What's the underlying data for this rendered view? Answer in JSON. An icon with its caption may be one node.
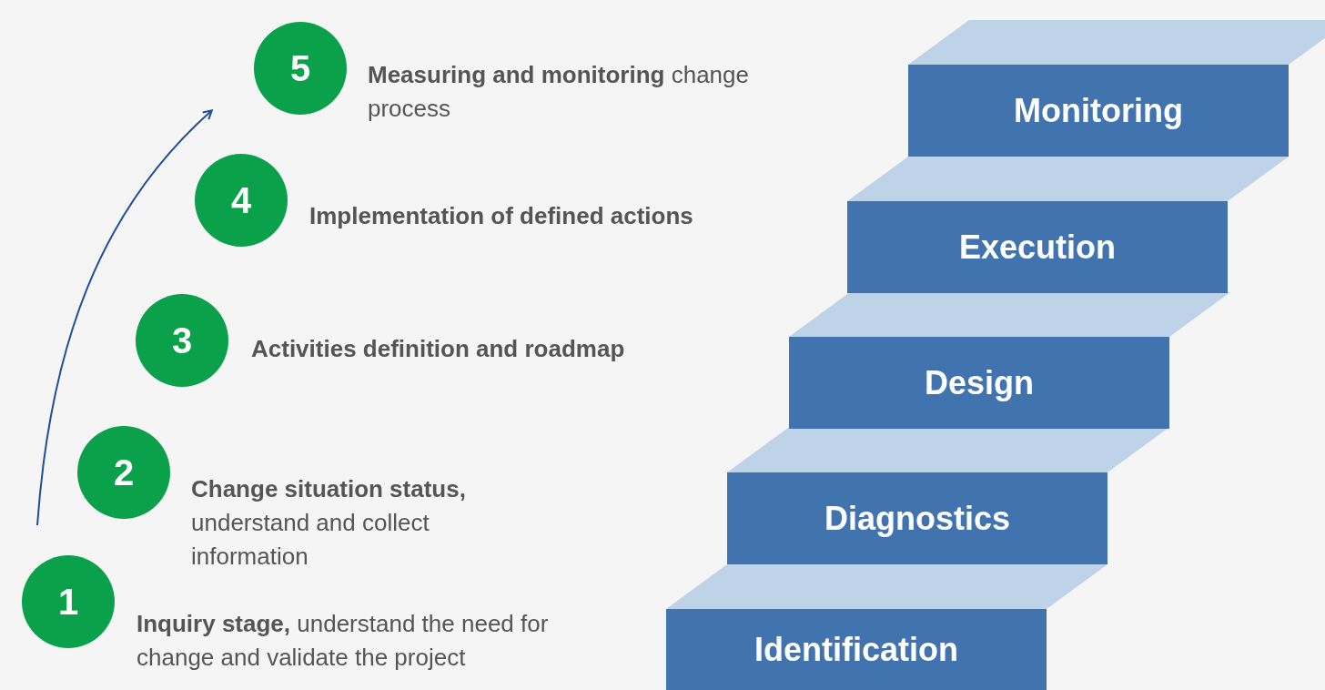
{
  "diagram": {
    "nodes": [
      {
        "text": [
          "5"
        ],
        "beside": [
          "**Measuring and monitoring** change process"
        ]
      },
      {
        "text": [
          "4"
        ],
        "beside": [
          "**Implementation of defined actions**"
        ]
      },
      {
        "text": [
          "3"
        ],
        "beside": [
          "**Activities definition and roadmap**"
        ]
      },
      {
        "text": [
          "2"
        ],
        "beside": [
          "**Change situation status,** understand and collect information"
        ]
      },
      {
        "text": [
          "1"
        ],
        "beside": [
          "**Inquiry stage,** understand the need for change and validate the project"
        ]
      },
      {
        "text": [
          "Monitoring"
        ]
      },
      {
        "text": [
          "Execution"
        ]
      },
      {
        "text": [
          "Design"
        ]
      },
      {
        "text": [
          "Diagnostics"
        ]
      },
      {
        "text": [
          "Identification"
        ]
      }
    ]
  }
}
